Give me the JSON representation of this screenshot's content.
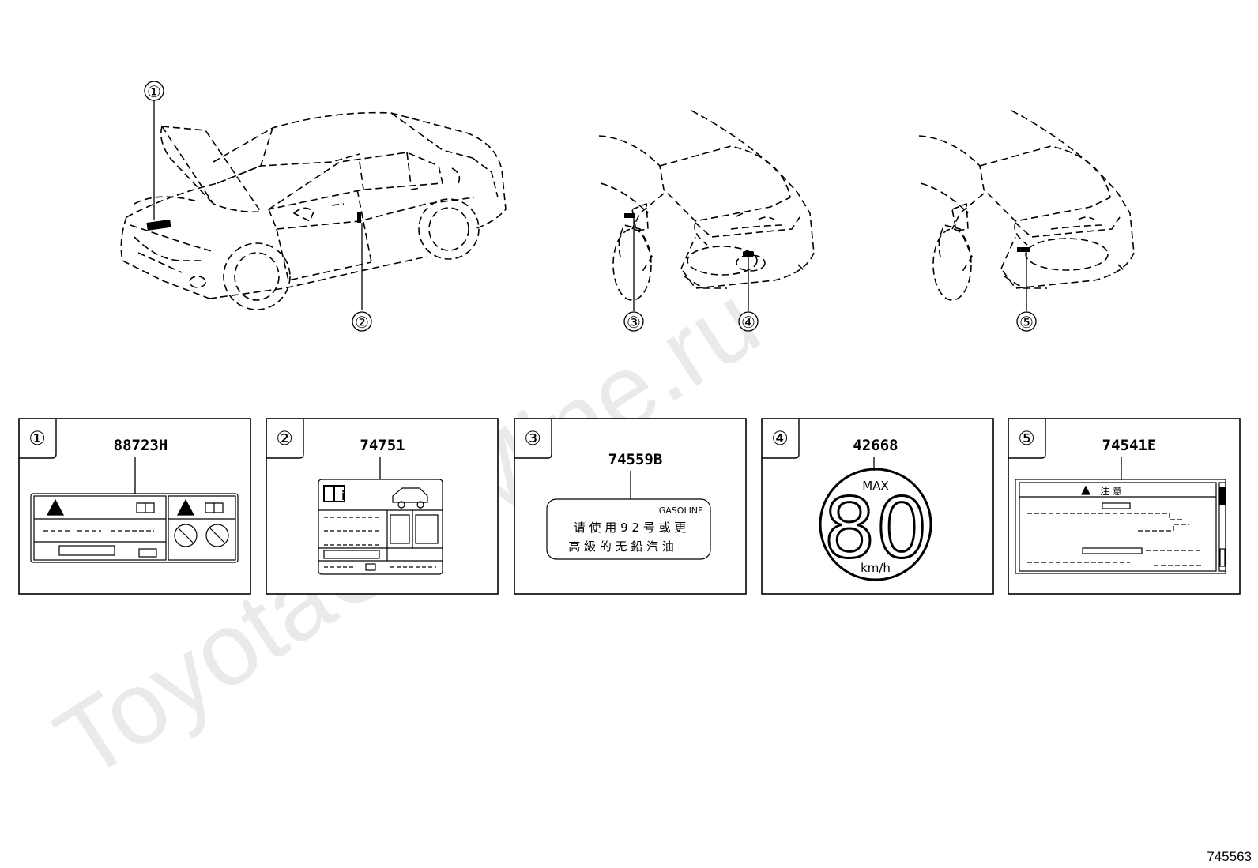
{
  "watermark": "ToyotaCarMine.ru",
  "reference_number": "745563",
  "colors": {
    "line": "#000000",
    "background": "#ffffff",
    "watermark": "#d9d9d9"
  },
  "callouts": [
    {
      "number": "①"
    },
    {
      "number": "②"
    },
    {
      "number": "③"
    },
    {
      "number": "④"
    },
    {
      "number": "⑤"
    }
  ],
  "panels": [
    {
      "number": "①",
      "part": "88723H"
    },
    {
      "number": "②",
      "part": "74751"
    },
    {
      "number": "③",
      "part": "74559B",
      "label_lines": [
        "GASOLINE",
        "请 使 用  9  2  号 或 更",
        "高 級 的 无 鉛 汽 油"
      ]
    },
    {
      "number": "④",
      "part": "42668",
      "sign": {
        "top": "MAX",
        "value": "80",
        "unit": "km/h"
      }
    },
    {
      "number": "⑤",
      "part": "74541E",
      "label_header": "注   意"
    }
  ]
}
